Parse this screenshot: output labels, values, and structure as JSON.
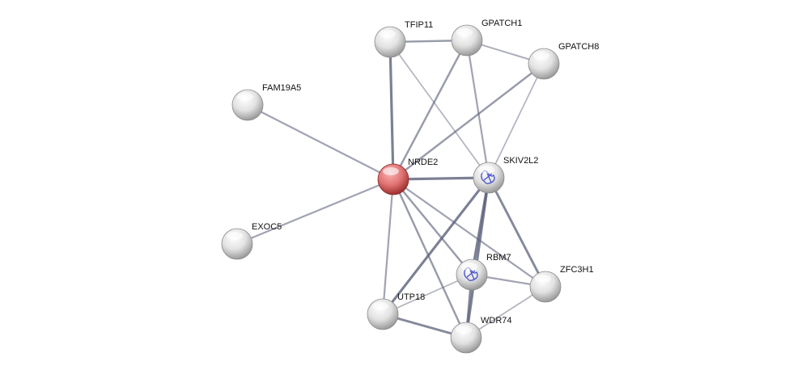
{
  "network": {
    "query_node": "NRDE2",
    "colors": {
      "query": "#d9534f",
      "node": "#e0e0e0",
      "edge": "#5a6078"
    },
    "nodes": [
      {
        "id": "TFIP11",
        "label": "TFIP11"
      },
      {
        "id": "GPATCH1",
        "label": "GPATCH1"
      },
      {
        "id": "GPATCH8",
        "label": "GPATCH8"
      },
      {
        "id": "FAM19A5",
        "label": "FAM19A5"
      },
      {
        "id": "NRDE2",
        "label": "NRDE2"
      },
      {
        "id": "SKIV2L2",
        "label": "SKIV2L2",
        "structure": true
      },
      {
        "id": "EXOC5",
        "label": "EXOC5"
      },
      {
        "id": "RBM7",
        "label": "RBM7",
        "structure": true
      },
      {
        "id": "ZFC3H1",
        "label": "ZFC3H1"
      },
      {
        "id": "UTP18",
        "label": "UTP18"
      },
      {
        "id": "WDR74",
        "label": "WDR74"
      }
    ],
    "edges": [
      {
        "a": "TFIP11",
        "b": "GPATCH1",
        "w": 0.6
      },
      {
        "a": "TFIP11",
        "b": "NRDE2",
        "w": 0.9
      },
      {
        "a": "TFIP11",
        "b": "SKIV2L2",
        "w": 0.3
      },
      {
        "a": "GPATCH1",
        "b": "GPATCH8",
        "w": 0.4
      },
      {
        "a": "GPATCH1",
        "b": "NRDE2",
        "w": 0.6
      },
      {
        "a": "GPATCH1",
        "b": "SKIV2L2",
        "w": 0.5
      },
      {
        "a": "GPATCH8",
        "b": "NRDE2",
        "w": 0.6
      },
      {
        "a": "GPATCH8",
        "b": "SKIV2L2",
        "w": 0.3
      },
      {
        "a": "FAM19A5",
        "b": "NRDE2",
        "w": 0.5
      },
      {
        "a": "EXOC5",
        "b": "NRDE2",
        "w": 0.5
      },
      {
        "a": "NRDE2",
        "b": "SKIV2L2",
        "w": 0.9
      },
      {
        "a": "NRDE2",
        "b": "UTP18",
        "w": 0.5
      },
      {
        "a": "NRDE2",
        "b": "WDR74",
        "w": 0.6
      },
      {
        "a": "NRDE2",
        "b": "RBM7",
        "w": 0.6
      },
      {
        "a": "NRDE2",
        "b": "ZFC3H1",
        "w": 0.5
      },
      {
        "a": "SKIV2L2",
        "b": "UTP18",
        "w": 0.9
      },
      {
        "a": "SKIV2L2",
        "b": "WDR74",
        "w": 0.9
      },
      {
        "a": "SKIV2L2",
        "b": "RBM7",
        "w": 0.9
      },
      {
        "a": "SKIV2L2",
        "b": "ZFC3H1",
        "w": 0.8
      },
      {
        "a": "RBM7",
        "b": "ZFC3H1",
        "w": 0.5
      },
      {
        "a": "RBM7",
        "b": "UTP18",
        "w": 0.3
      },
      {
        "a": "RBM7",
        "b": "WDR74",
        "w": 0.8
      },
      {
        "a": "UTP18",
        "b": "WDR74",
        "w": 0.8
      },
      {
        "a": "ZFC3H1",
        "b": "WDR74",
        "w": 0.3
      }
    ]
  }
}
